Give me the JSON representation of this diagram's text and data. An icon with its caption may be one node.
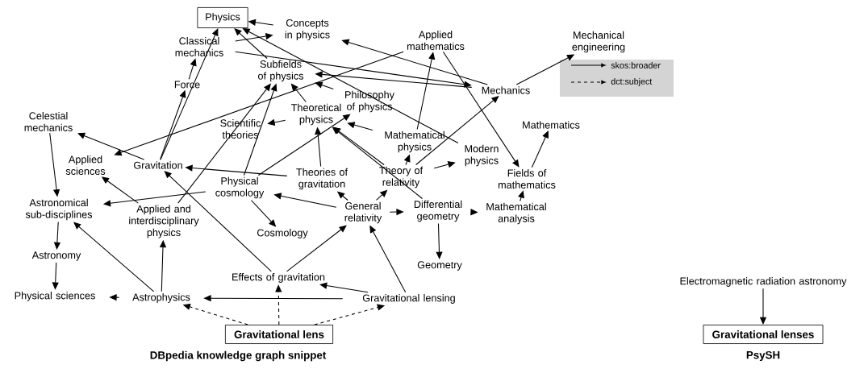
{
  "diagram": {
    "nodes": [
      {
        "text": [
          "Physics"
        ]
      },
      {
        "text": [
          "Concepts in physics"
        ]
      },
      {
        "text": [
          "Classical mechanics"
        ]
      },
      {
        "text": [
          "Applied mathematics"
        ]
      },
      {
        "text": [
          "Mechanical engineering"
        ]
      },
      {
        "text": [
          "Subfields of physics"
        ]
      },
      {
        "text": [
          "Force"
        ]
      },
      {
        "text": [
          "Mechanics"
        ]
      },
      {
        "text": [
          "Celestial mechanics"
        ]
      },
      {
        "text": [
          "Theoretical physics"
        ]
      },
      {
        "text": [
          "Philosophy of physics"
        ]
      },
      {
        "text": [
          "Scientific theories"
        ]
      },
      {
        "text": [
          "Mathematics"
        ]
      },
      {
        "text": [
          "Applied sciences"
        ]
      },
      {
        "text": [
          "Gravitation"
        ]
      },
      {
        "text": [
          "Mathematical physics"
        ]
      },
      {
        "text": [
          "Modern physics"
        ]
      },
      {
        "text": [
          "Theories of gravitation"
        ]
      },
      {
        "text": [
          "Theory of relativity"
        ]
      },
      {
        "text": [
          "Physical cosmology"
        ]
      },
      {
        "text": [
          "Fields of mathematics"
        ]
      },
      {
        "text": [
          "Astronomical sub-disciplines"
        ]
      },
      {
        "text": [
          "Applied and interdisciplinary physics"
        ]
      },
      {
        "text": [
          "General relativity"
        ]
      },
      {
        "text": [
          "Differential geometry"
        ]
      },
      {
        "text": [
          "Mathematical analysis"
        ]
      },
      {
        "text": [
          "Cosmology"
        ]
      },
      {
        "text": [
          "Astronomy"
        ]
      },
      {
        "text": [
          "Geometry"
        ]
      },
      {
        "text": [
          "Effects of gravitation"
        ]
      },
      {
        "text": [
          "Physical sciences"
        ]
      },
      {
        "text": [
          "Astrophysics"
        ]
      },
      {
        "text": [
          "Gravitational lensing"
        ]
      },
      {
        "text": [
          "Gravitational lens"
        ]
      },
      {
        "text": [
          "Electromagnetic radiation astronomy"
        ]
      },
      {
        "text": [
          "Gravitational lenses"
        ]
      }
    ],
    "edges": [
      {
        "from": 5,
        "to": 0,
        "arrow": "to"
      },
      {
        "from": 1,
        "to": 0,
        "arrow": "to"
      },
      {
        "from": 2,
        "to": 1,
        "arrow": "to"
      },
      {
        "from": 2,
        "to": 7,
        "arrow": "to"
      },
      {
        "from": 7,
        "to": 5,
        "arrow": "to"
      },
      {
        "from": 7,
        "to": 1,
        "arrow": "to"
      },
      {
        "from": 10,
        "to": 5,
        "arrow": "to"
      },
      {
        "from": 16,
        "to": 0,
        "arrow": "to"
      },
      {
        "from": 3,
        "to": 20,
        "arrow": "to"
      },
      {
        "from": 15,
        "to": 3,
        "arrow": "to"
      },
      {
        "from": 7,
        "to": 4,
        "arrow": "to"
      },
      {
        "from": 20,
        "to": 12,
        "arrow": "to"
      },
      {
        "from": 25,
        "to": 20,
        "arrow": "to"
      },
      {
        "from": 24,
        "to": 25,
        "arrow": "to"
      },
      {
        "from": 24,
        "to": 28,
        "arrow": "to"
      },
      {
        "from": 23,
        "to": 24,
        "arrow": "to"
      },
      {
        "from": 32,
        "to": 23,
        "arrow": "to"
      },
      {
        "from": 32,
        "to": 29,
        "arrow": "to"
      },
      {
        "from": 32,
        "to": 31,
        "arrow": "to"
      },
      {
        "from": 29,
        "to": 23,
        "arrow": "to"
      },
      {
        "from": 29,
        "to": 14,
        "arrow": "to"
      },
      {
        "from": 31,
        "to": 30,
        "arrow": "to"
      },
      {
        "from": 31,
        "to": 22,
        "arrow": "to"
      },
      {
        "from": 31,
        "to": 21,
        "arrow": "to"
      },
      {
        "from": 21,
        "to": 27,
        "arrow": "to"
      },
      {
        "from": 27,
        "to": 30,
        "arrow": "to"
      },
      {
        "from": 8,
        "to": 21,
        "arrow": "to"
      },
      {
        "from": 19,
        "to": 21,
        "arrow": "to"
      },
      {
        "from": 22,
        "to": 13,
        "arrow": "to"
      },
      {
        "from": 22,
        "to": 5,
        "arrow": "to"
      },
      {
        "from": 14,
        "to": 6,
        "arrow": "to"
      },
      {
        "from": 14,
        "to": 0,
        "arrow": "to"
      },
      {
        "from": 14,
        "to": 8,
        "arrow": "to"
      },
      {
        "from": 3,
        "to": 13,
        "arrow": "to"
      },
      {
        "from": 9,
        "to": 5,
        "arrow": "to"
      },
      {
        "from": 19,
        "to": 5,
        "arrow": "to"
      },
      {
        "from": 9,
        "to": 11,
        "arrow": "to"
      },
      {
        "from": 19,
        "to": 10,
        "arrow": "to"
      },
      {
        "from": 17,
        "to": 14,
        "arrow": "to"
      },
      {
        "from": 17,
        "to": 9,
        "arrow": "to"
      },
      {
        "from": 23,
        "to": 17,
        "arrow": "to"
      },
      {
        "from": 23,
        "to": 18,
        "arrow": "to"
      },
      {
        "from": 23,
        "to": 19,
        "arrow": "to"
      },
      {
        "from": 19,
        "to": 26,
        "arrow": "to"
      },
      {
        "from": 24,
        "to": 9,
        "arrow": "to"
      },
      {
        "from": 18,
        "to": 9,
        "arrow": "to"
      },
      {
        "from": 15,
        "to": 9,
        "arrow": "to"
      },
      {
        "from": 18,
        "to": 15,
        "arrow": "to"
      },
      {
        "from": 18,
        "to": 16,
        "arrow": "to"
      },
      {
        "from": 18,
        "to": 7,
        "arrow": "to"
      },
      {
        "from": 6,
        "to": 2,
        "arrow": "to"
      },
      {
        "from": 33,
        "to": 31,
        "arrow": "to",
        "style": "dashed"
      },
      {
        "from": 33,
        "to": 29,
        "arrow": "to",
        "style": "dashed"
      },
      {
        "from": 33,
        "to": 32,
        "arrow": "to",
        "style": "dashed"
      },
      {
        "from": 34,
        "to": 35,
        "arrow": "to"
      }
    ],
    "labels": [
      "DBpedia knowledge graph snippet",
      "PsySH"
    ],
    "legend": [
      {
        "text": "skos:broader"
      },
      {
        "text": "dct:subject"
      }
    ]
  }
}
